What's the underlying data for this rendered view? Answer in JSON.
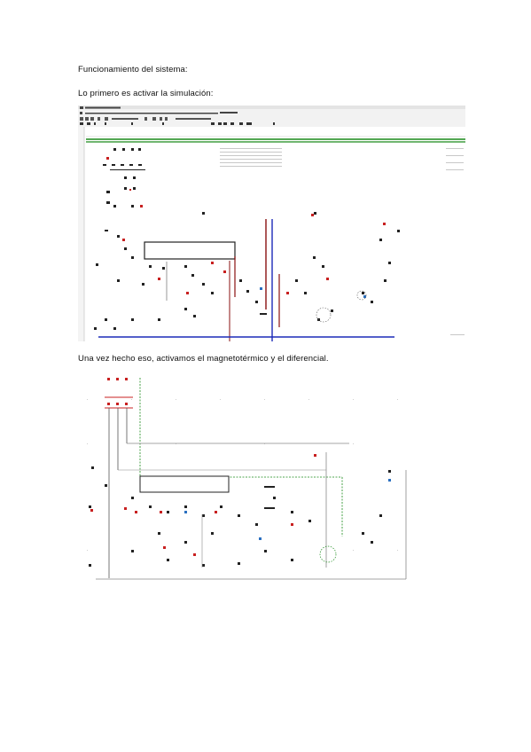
{
  "paragraphs": {
    "heading": "Funcionamiento del sistema:",
    "step1": "Lo primero es activar la simulación:",
    "step2": "Una vez hecho eso, activamos el magnetotérmico y el diferencial."
  },
  "colors": {
    "wire_green": "#1a8a1a",
    "wire_blue": "#1c2bb8",
    "wire_red": "#8a1010",
    "gray_line": "#888888",
    "toolbar_bg": "#d8d8d8"
  },
  "figures": {
    "figure1": {
      "type": "simulator-screenshot",
      "description_icon": "schematic-editor"
    },
    "figure2": {
      "type": "schematic-cropped",
      "description_icon": "schematic-circuit"
    }
  }
}
